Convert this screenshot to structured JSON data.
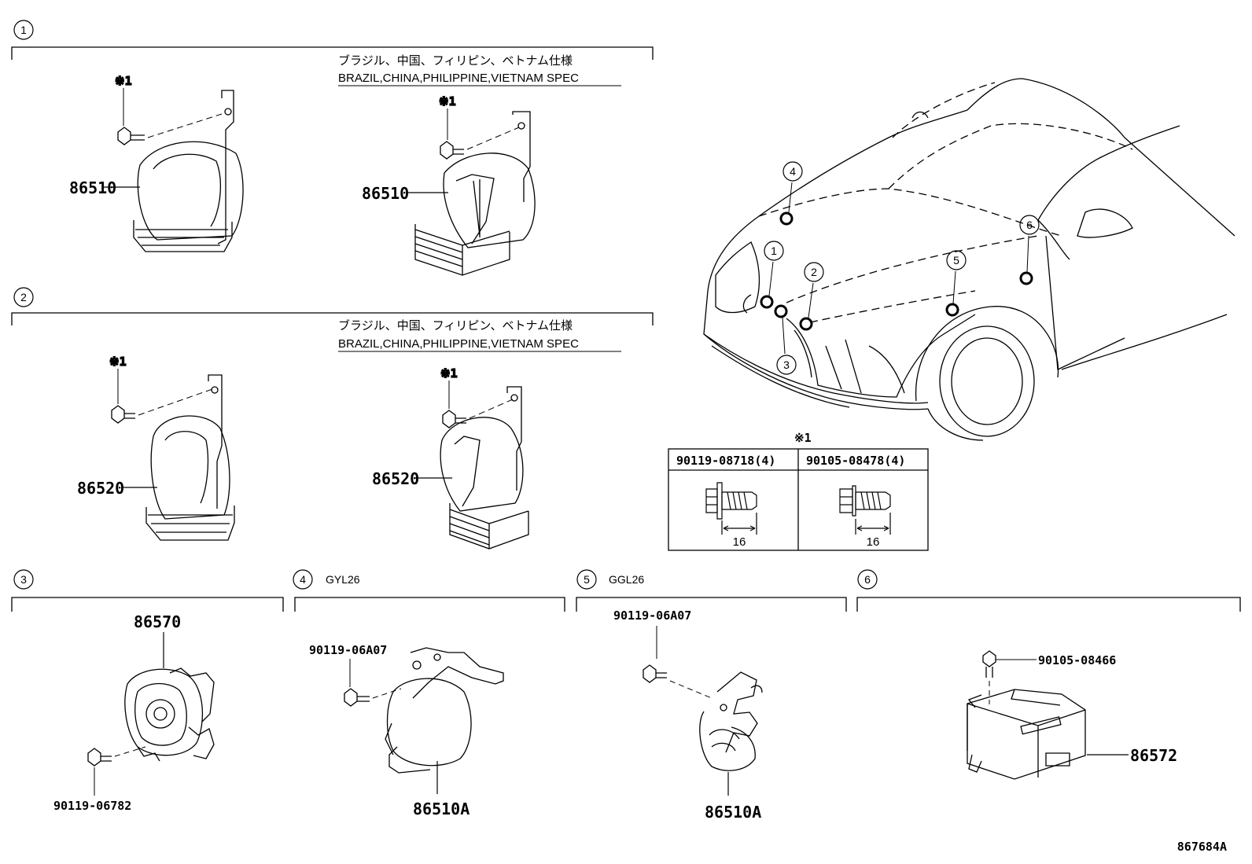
{
  "sections": [
    {
      "num": "1",
      "variant": ""
    },
    {
      "num": "2",
      "variant": ""
    },
    {
      "num": "3",
      "variant": ""
    },
    {
      "num": "4",
      "variant": "GYL26"
    },
    {
      "num": "5",
      "variant": "GGL26"
    },
    {
      "num": "6",
      "variant": ""
    }
  ],
  "spec_note": {
    "jp": "ブラジル、中国、フィリピン、ベトナム仕様",
    "en": "BRAZIL,CHINA,PHILIPPINE,VIETNAM SPEC"
  },
  "bolt_ref": "※1",
  "parts": {
    "s1_left": "86510",
    "s1_right": "86510",
    "s2_left": "86520",
    "s2_right": "86520",
    "s3_main": "86570",
    "s3_bolt": "90119-06782",
    "s4_bolt": "90119-06A07",
    "s4_main": "86510A",
    "s5_bolt": "90119-06A07",
    "s5_main": "86510A",
    "s6_bolt": "90105-08466",
    "s6_main": "86572"
  },
  "bolt_table": {
    "title": "※1",
    "columns": [
      {
        "part": "90119-08718(4)",
        "dim": "16"
      },
      {
        "part": "90105-08478(4)",
        "dim": "16"
      }
    ]
  },
  "car_callouts": [
    "4",
    "1",
    "2",
    "3",
    "5",
    "6"
  ],
  "drawing_number": "867684A"
}
